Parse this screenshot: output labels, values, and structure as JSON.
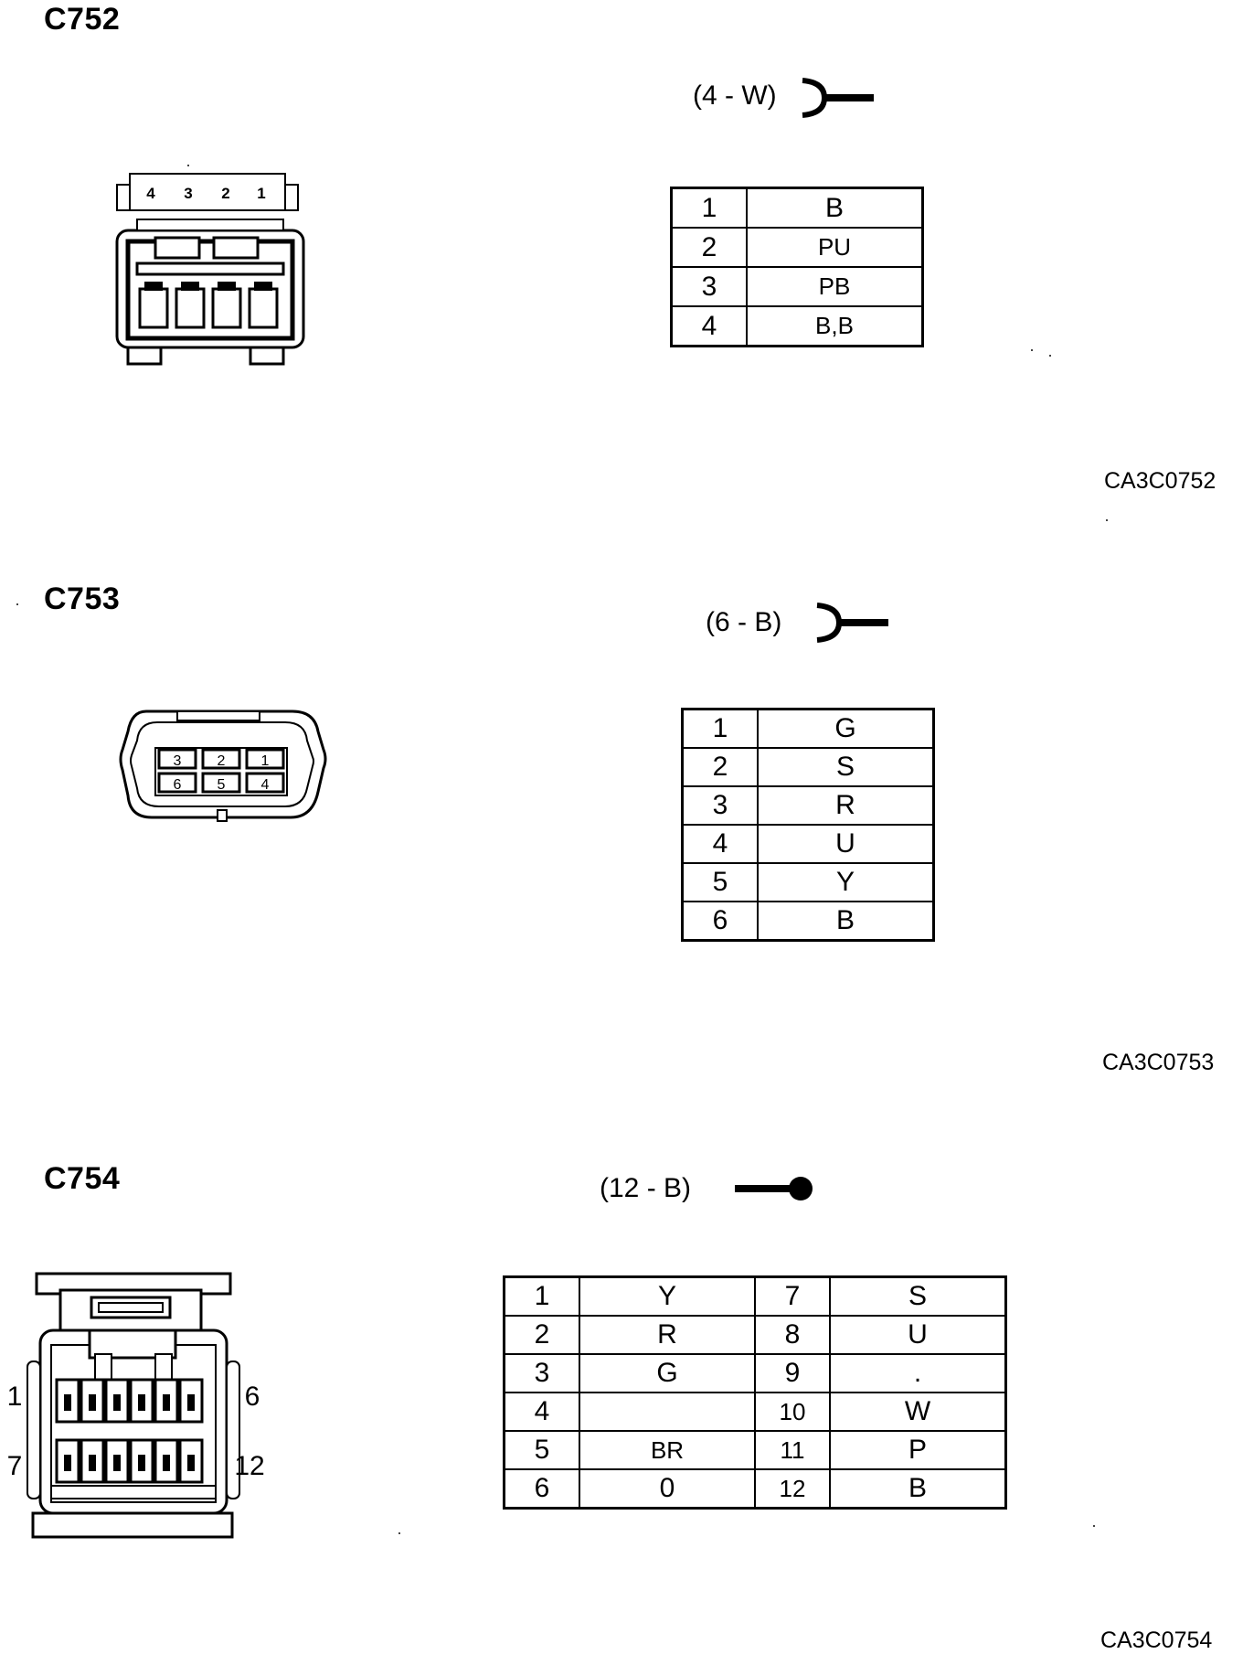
{
  "connectors": [
    {
      "title": "C752",
      "spec": "(4 - W)",
      "code": "CA3C0752",
      "face_labels": [
        "4",
        "3",
        "2",
        "1"
      ],
      "pins": [
        {
          "pin": "1",
          "color": "B"
        },
        {
          "pin": "2",
          "color": "PU"
        },
        {
          "pin": "3",
          "color": "PB"
        },
        {
          "pin": "4",
          "color": "B,B"
        }
      ]
    },
    {
      "title": "C753",
      "spec": "(6 - B)",
      "code": "CA3C0753",
      "face_labels": [
        "3",
        "2",
        "1",
        "6",
        "5",
        "4"
      ],
      "pins": [
        {
          "pin": "1",
          "color": "G"
        },
        {
          "pin": "2",
          "color": "S"
        },
        {
          "pin": "3",
          "color": "R"
        },
        {
          "pin": "4",
          "color": "U"
        },
        {
          "pin": "5",
          "color": "Y"
        },
        {
          "pin": "6",
          "color": "B"
        }
      ]
    },
    {
      "title": "C754",
      "spec": "(12 - B)",
      "code": "CA3C0754",
      "face_labels": {
        "top_left": "1",
        "top_right": "6",
        "bottom_left": "7",
        "bottom_right": "12"
      },
      "pins": [
        {
          "pin": "1",
          "color": "Y",
          "pin_b": "7",
          "color_b": "S"
        },
        {
          "pin": "2",
          "color": "R",
          "pin_b": "8",
          "color_b": "U"
        },
        {
          "pin": "3",
          "color": "G",
          "pin_b": "9",
          "color_b": "."
        },
        {
          "pin": "4",
          "color": "",
          "pin_b": "10",
          "color_b": "W"
        },
        {
          "pin": "5",
          "color": "BR",
          "pin_b": "11",
          "color_b": "P"
        },
        {
          "pin": "6",
          "color": "0",
          "pin_b": "12",
          "color_b": "B"
        }
      ]
    }
  ]
}
